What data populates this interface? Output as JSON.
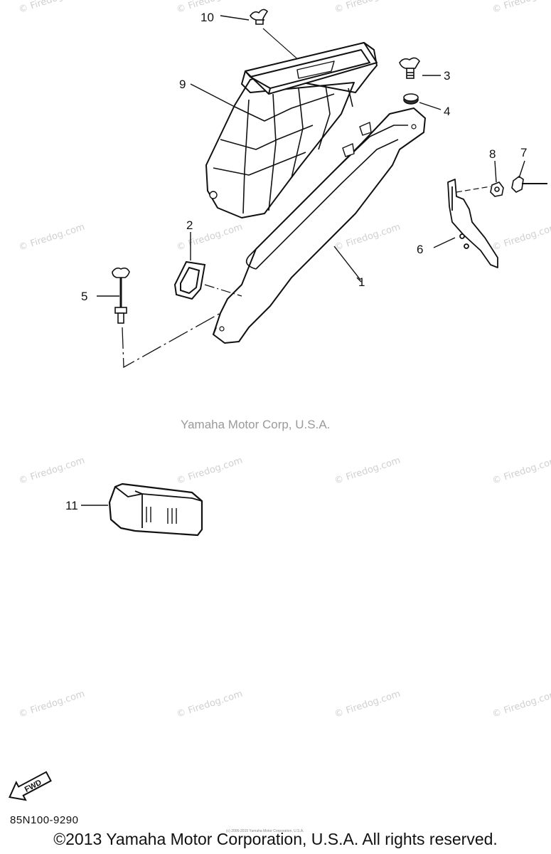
{
  "watermark": {
    "text": "© Firedog.com",
    "color": "#d0d0d0"
  },
  "credit_line": "Yamaha Motor Corp, U.S.A.",
  "callouts": {
    "c1": "1",
    "c2": "2",
    "c3": "3",
    "c4": "4",
    "c5": "5",
    "c6": "6",
    "c7": "7",
    "c8": "8",
    "c9": "9",
    "c10": "10",
    "c11": "11"
  },
  "fwd_badge": {
    "label": "FWD",
    "icon": "forward-arrow-icon"
  },
  "diagram_code": "85N100-9290",
  "copyright": "©2013 Yamaha Motor Corporation, U.S.A. All rights reserved.",
  "fine_print": "(c) 2006-2015 Yamaha Motor Corporation, U.S.A."
}
